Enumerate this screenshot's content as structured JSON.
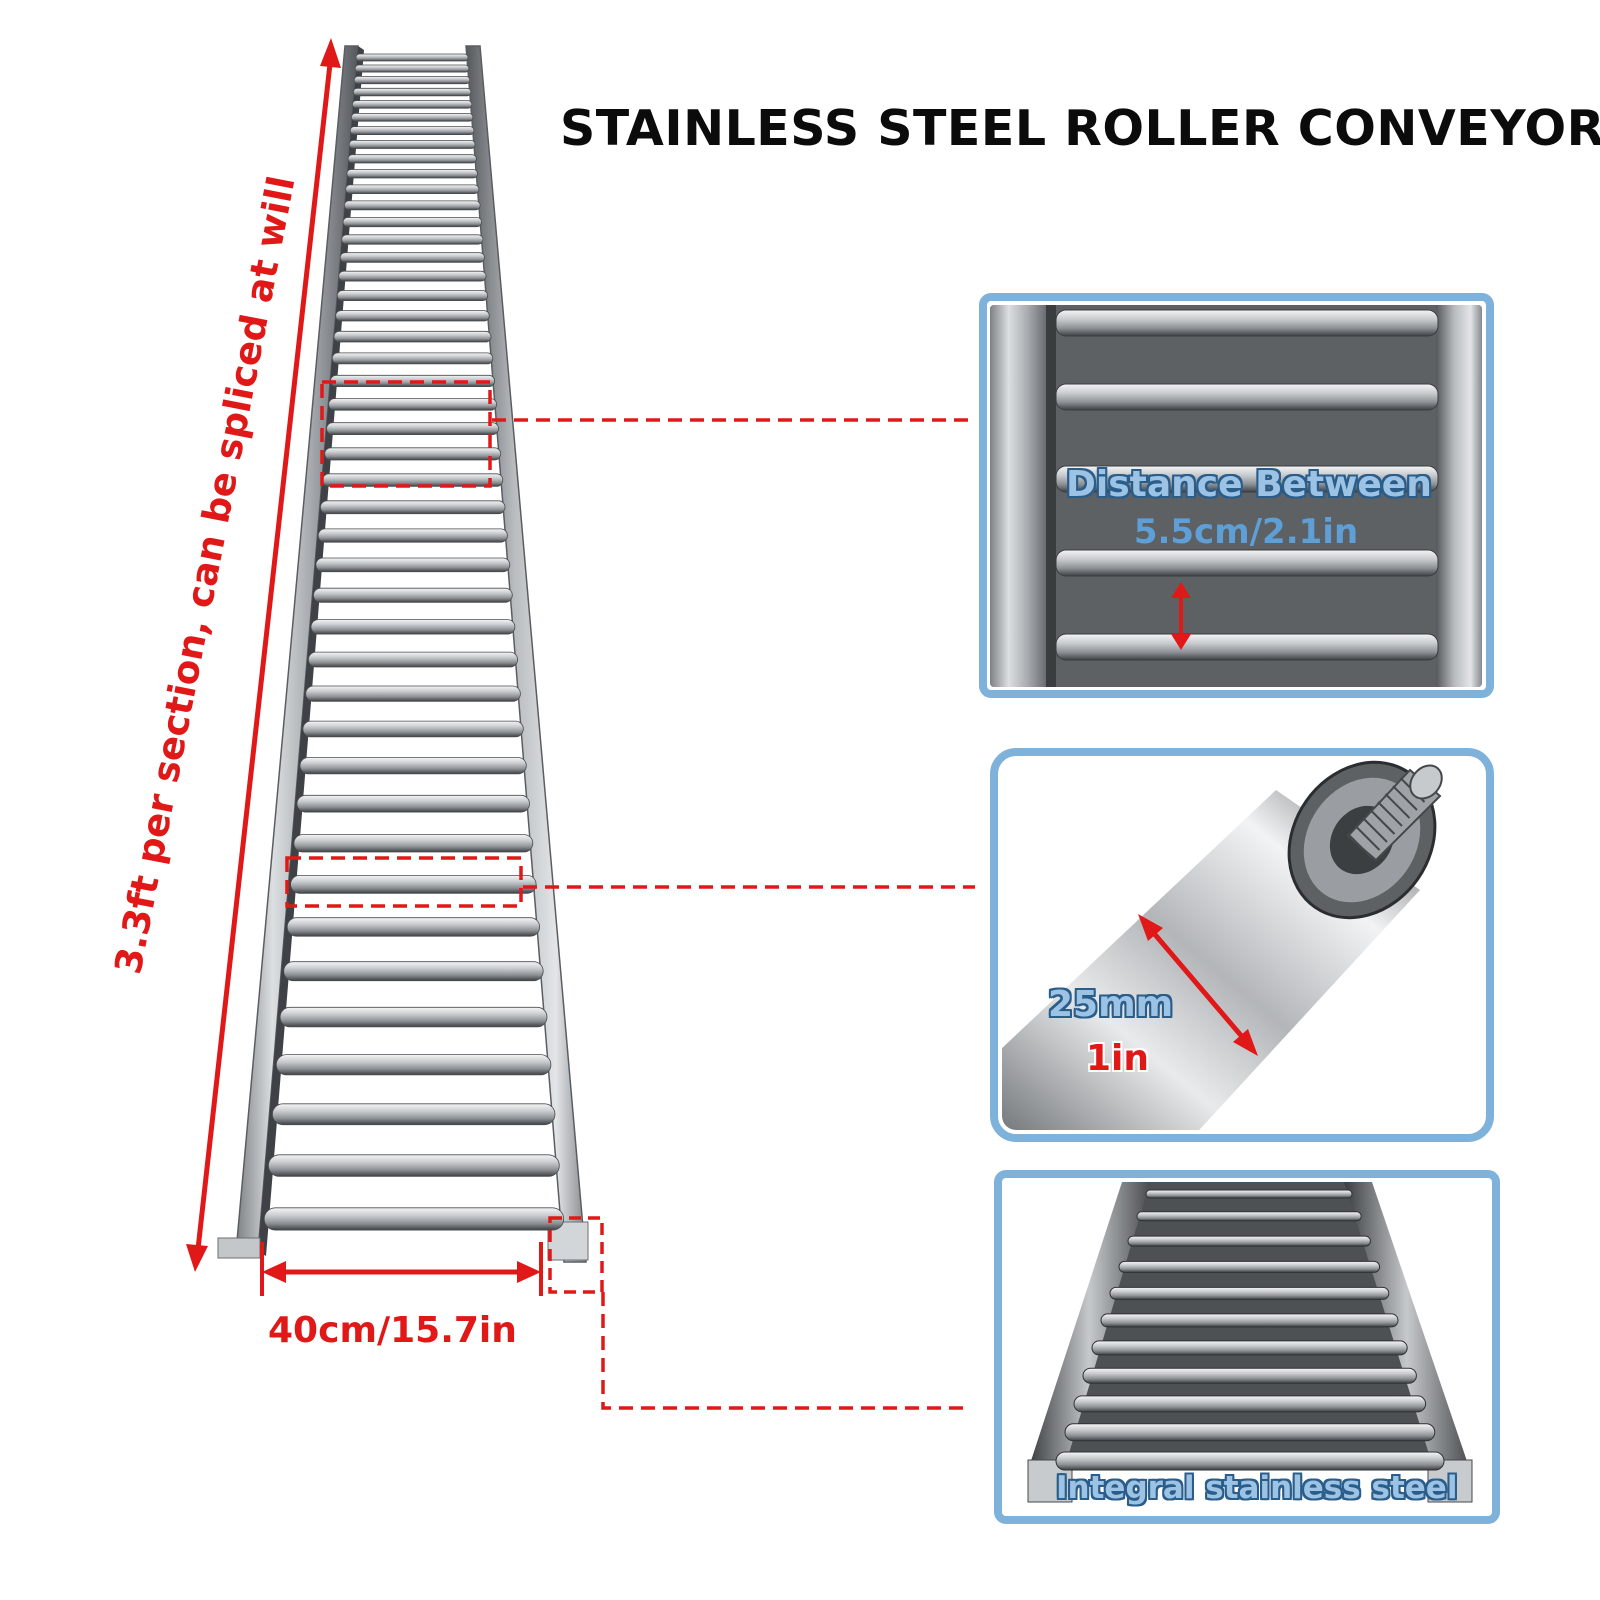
{
  "title": "STAINLESS STEEL ROLLER CONVEYOR",
  "length_annotation": "3.3ft per section, can be spliced at will",
  "width_annotation": "40cm/15.7in",
  "detail_panels": {
    "roller_spacing": {
      "caption_line1": "Distance Between",
      "caption_line2": "5.5cm/2.1in"
    },
    "roller_diameter": {
      "metric": "25mm",
      "imperial": "1in"
    },
    "frame": {
      "caption": "Integral stainless steel"
    }
  },
  "colors": {
    "annotation_red": "#e01818",
    "panel_border_blue": "#7fb2da",
    "caption_blue": "#5d9fd6",
    "steel": "#b9bcbf"
  }
}
